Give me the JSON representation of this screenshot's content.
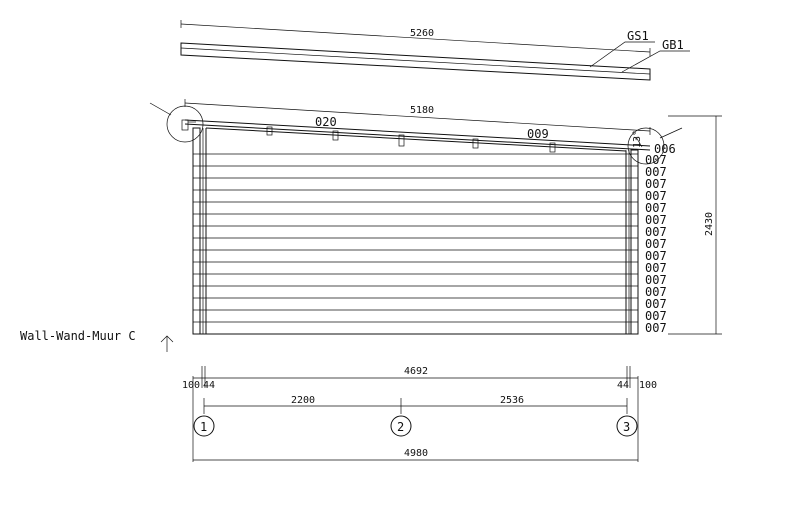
{
  "roof_top": {
    "dim_length": "5260",
    "labels": [
      "GS1",
      "GB1"
    ]
  },
  "roof_main": {
    "dim_length": "5180",
    "label_left": "020",
    "label_mid": "009",
    "label_right": "006",
    "angle": "13°"
  },
  "wall_labels": [
    "007",
    "007",
    "007",
    "007",
    "007",
    "007",
    "007",
    "007",
    "007",
    "007",
    "007",
    "007",
    "007",
    "007",
    "007"
  ],
  "height_dim": "2430",
  "wall_title": "Wall-Wand-Muur C",
  "bottom_dims": {
    "left_outer": "100",
    "left_inner": "44",
    "span": "4692",
    "right_inner": "44",
    "right_outer": "100",
    "seg_a": "2200",
    "seg_b": "2536",
    "total": "4980"
  },
  "axis_markers": [
    "1",
    "2",
    "3"
  ]
}
